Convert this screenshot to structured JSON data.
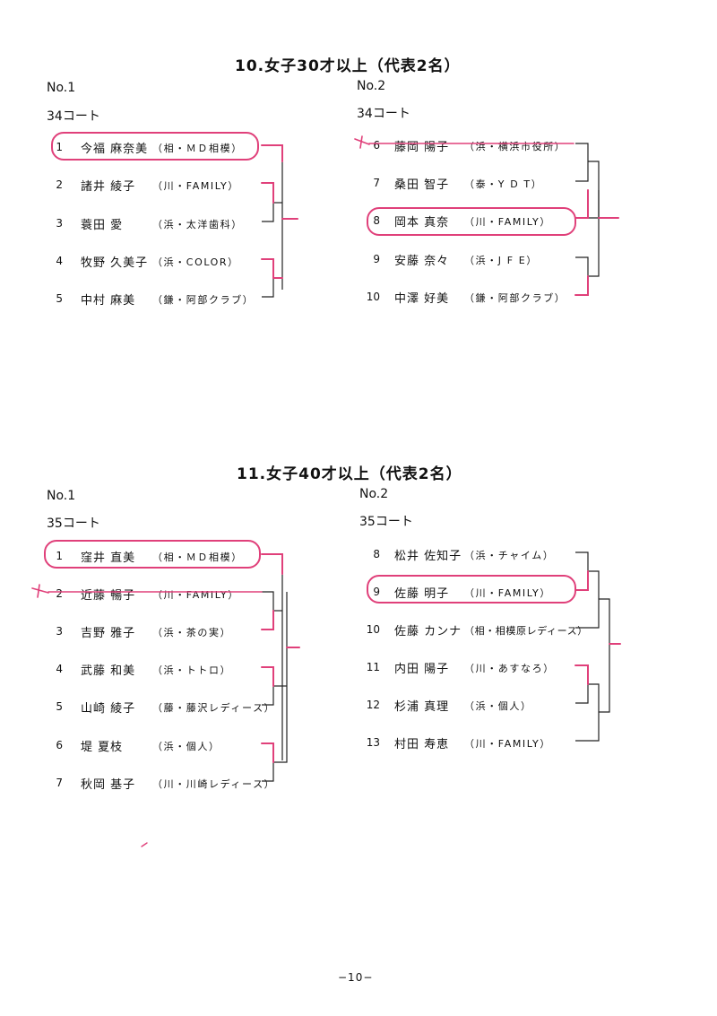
{
  "page_number": "−10−",
  "sections": [
    {
      "title": "10.女子30才以上（代表2名）",
      "blocks": [
        {
          "no": "No.1",
          "court": "34コート",
          "players": [
            {
              "num": "1",
              "name": "今福 麻奈美",
              "club": "（相・ＭＤ相模）"
            },
            {
              "num": "2",
              "name": "諸井 綾子",
              "club": "（川・FAMILY）"
            },
            {
              "num": "3",
              "name": "蓑田 愛",
              "club": "（浜・太洋歯科）"
            },
            {
              "num": "4",
              "name": "牧野 久美子",
              "club": "（浜・COLOR）"
            },
            {
              "num": "5",
              "name": "中村 麻美",
              "club": "（鎌・阿部クラブ）"
            }
          ]
        },
        {
          "no": "No.2",
          "court": "34コート",
          "players": [
            {
              "num": "6",
              "name": "藤岡 陽子",
              "club": "（浜・横浜市役所）"
            },
            {
              "num": "7",
              "name": "桑田 智子",
              "club": "（泰・Y D T）"
            },
            {
              "num": "8",
              "name": "岡本 真奈",
              "club": "（川・FAMILY）"
            },
            {
              "num": "9",
              "name": "安藤 奈々",
              "club": "（浜・J F E）"
            },
            {
              "num": "10",
              "name": "中澤 好美",
              "club": "（鎌・阿部クラブ）"
            }
          ]
        }
      ]
    },
    {
      "title": "11.女子40才以上（代表2名）",
      "blocks": [
        {
          "no": "No.1",
          "court": "35コート",
          "players": [
            {
              "num": "1",
              "name": "窪井 直美",
              "club": "（相・ＭＤ相模）"
            },
            {
              "num": "2",
              "name": "近藤 暢子",
              "club": "（川・FAMILY）"
            },
            {
              "num": "3",
              "name": "吉野 雅子",
              "club": "（浜・茶の実）"
            },
            {
              "num": "4",
              "name": "武藤 和美",
              "club": "（浜・トトロ）"
            },
            {
              "num": "5",
              "name": "山崎 綾子",
              "club": "（藤・藤沢レディース）"
            },
            {
              "num": "6",
              "name": "堤 夏枝",
              "club": "（浜・個人）"
            },
            {
              "num": "7",
              "name": "秋岡 基子",
              "club": "（川・川崎レディース）"
            }
          ]
        },
        {
          "no": "No.2",
          "court": "35コート",
          "players": [
            {
              "num": "8",
              "name": "松井 佐知子",
              "club": "（浜・チャイム）"
            },
            {
              "num": "9",
              "name": "佐藤 明子",
              "club": "（川・FAMILY）"
            },
            {
              "num": "10",
              "name": "佐藤 カンナ",
              "club": "（相・相模原レディース）"
            },
            {
              "num": "11",
              "name": "内田 陽子",
              "club": "（川・あすなろ）"
            },
            {
              "num": "12",
              "name": "杉浦 真理",
              "club": "（浜・個人）"
            },
            {
              "num": "13",
              "name": "村田 寿恵",
              "club": "（川・FAMILY）"
            }
          ]
        }
      ]
    }
  ]
}
